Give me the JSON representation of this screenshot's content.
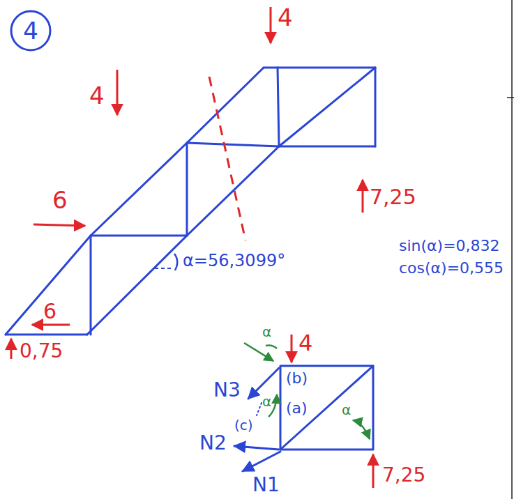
{
  "diagram": {
    "labels": [
      "4",
      "4",
      "4",
      "7,25",
      "6",
      "α=56,3099°",
      "sin(α)=0,832",
      "cos(α)=0,555",
      "6",
      "0,75",
      "α",
      "4",
      "N3",
      "(b)",
      "α",
      "(a)",
      "α",
      "(c)",
      "N2",
      "N1",
      "7,25"
    ]
  }
}
